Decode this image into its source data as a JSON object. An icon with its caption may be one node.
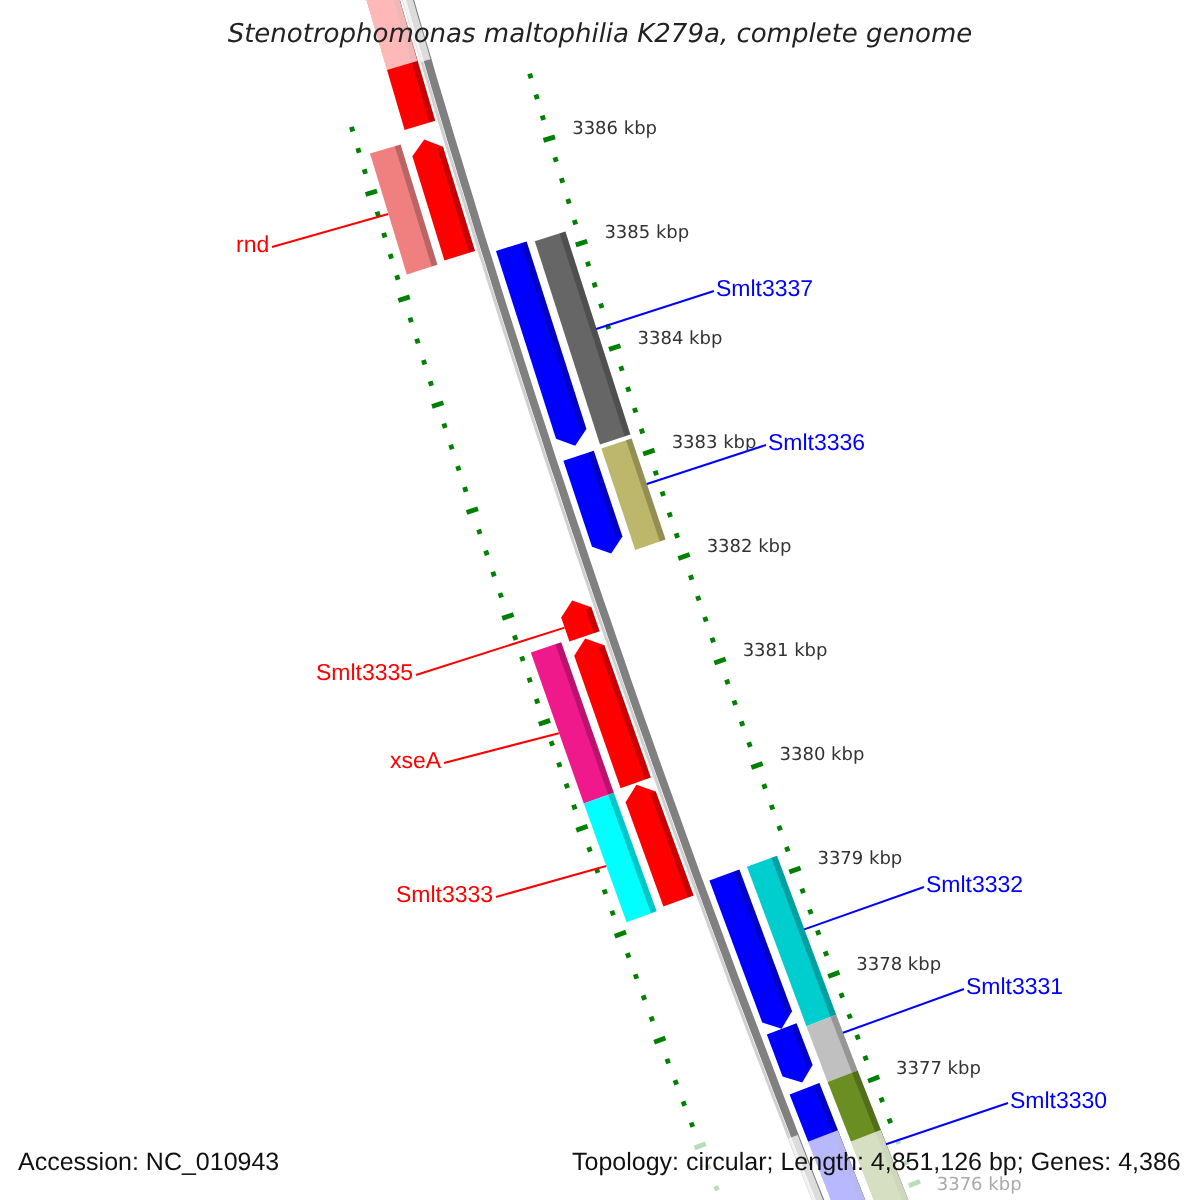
{
  "diagram": {
    "title": "Stenotrophomonas maltophilia K279a, complete genome",
    "nodes": [
      {
        "text": [
          "rnd"
        ]
      },
      {
        "text": [
          "Smlt3337"
        ]
      },
      {
        "text": [
          "Smlt3336"
        ]
      },
      {
        "text": [
          "Smlt3335"
        ]
      },
      {
        "text": [
          "xseA"
        ]
      },
      {
        "text": [
          "Smlt3333"
        ]
      },
      {
        "text": [
          "Smlt3332"
        ]
      },
      {
        "text": [
          "Smlt3331"
        ]
      },
      {
        "text": [
          "Smlt3330"
        ]
      },
      {
        "text": [],
        "shape": "bar"
      },
      {
        "text": [],
        "shape": "bar"
      },
      {
        "text": [],
        "shape": "bar"
      },
      {
        "text": [],
        "shape": "bar"
      },
      {
        "text": [],
        "shape": "bar"
      },
      {
        "text": [],
        "shape": "bar"
      },
      {
        "text": [],
        "shape": "bar"
      },
      {
        "text": [],
        "shape": "bar"
      },
      {
        "text": [],
        "shape": "bar"
      }
    ],
    "edges": [
      {
        "from": 0,
        "to": 9,
        "arrow": "none",
        "color": "#ff0000"
      },
      {
        "from": 1,
        "to": 10,
        "arrow": "none"
      },
      {
        "from": 2,
        "to": 11,
        "arrow": "none"
      },
      {
        "from": 3,
        "to": 12,
        "arrow": "none",
        "color": "#ff0000"
      },
      {
        "from": 4,
        "to": 13,
        "arrow": "none",
        "color": "#ff0000"
      },
      {
        "from": 5,
        "to": 14,
        "arrow": "none",
        "color": "#ff0000"
      },
      {
        "from": 6,
        "to": 15,
        "arrow": "none"
      },
      {
        "from": 7,
        "to": 16,
        "arrow": "none"
      },
      {
        "from": 8,
        "to": 17,
        "arrow": "none"
      }
    ],
    "labels": [
      "3386 kbp",
      "3385 kbp",
      "3384 kbp",
      "3383 kbp",
      "3382 kbp",
      "3381 kbp",
      "3380 kbp",
      "3379 kbp",
      "3378 kbp",
      "3377 kbp",
      "3376 kbp",
      "Accession: NC_010943",
      "Topology: circular; Length: 4,851,126 bp; Genes: 4,386"
    ]
  }
}
